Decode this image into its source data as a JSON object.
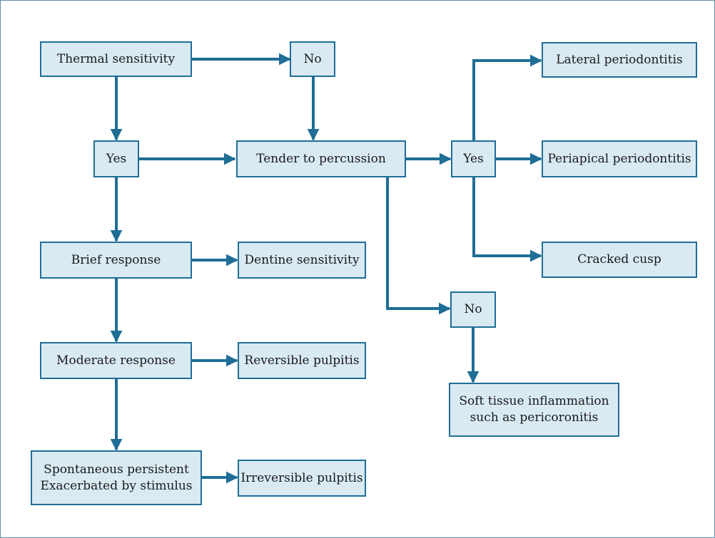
{
  "colors": {
    "accent": "#1f6e96",
    "node_fill": "#d9eaf3",
    "frame": "#5c8ea8"
  },
  "nodes": {
    "thermal": "Thermal sensitivity",
    "no_top": "No",
    "yes_left": "Yes",
    "tender": "Tender to percussion",
    "yes_right": "Yes",
    "lateral": "Lateral periodontitis",
    "periapical": "Periapical periodontitis",
    "cracked": "Cracked cusp",
    "brief": "Brief response",
    "dentine": "Dentine sensitivity",
    "moderate": "Moderate response",
    "reversible": "Reversible pulpitis",
    "spontaneous": "Spontaneous persistent\nExacerbated by stimulus",
    "irreversible": "Irreversible pulpitis",
    "no_mid": "No",
    "soft_tissue": "Soft tissue inflammation\nsuch as pericoronitis"
  }
}
